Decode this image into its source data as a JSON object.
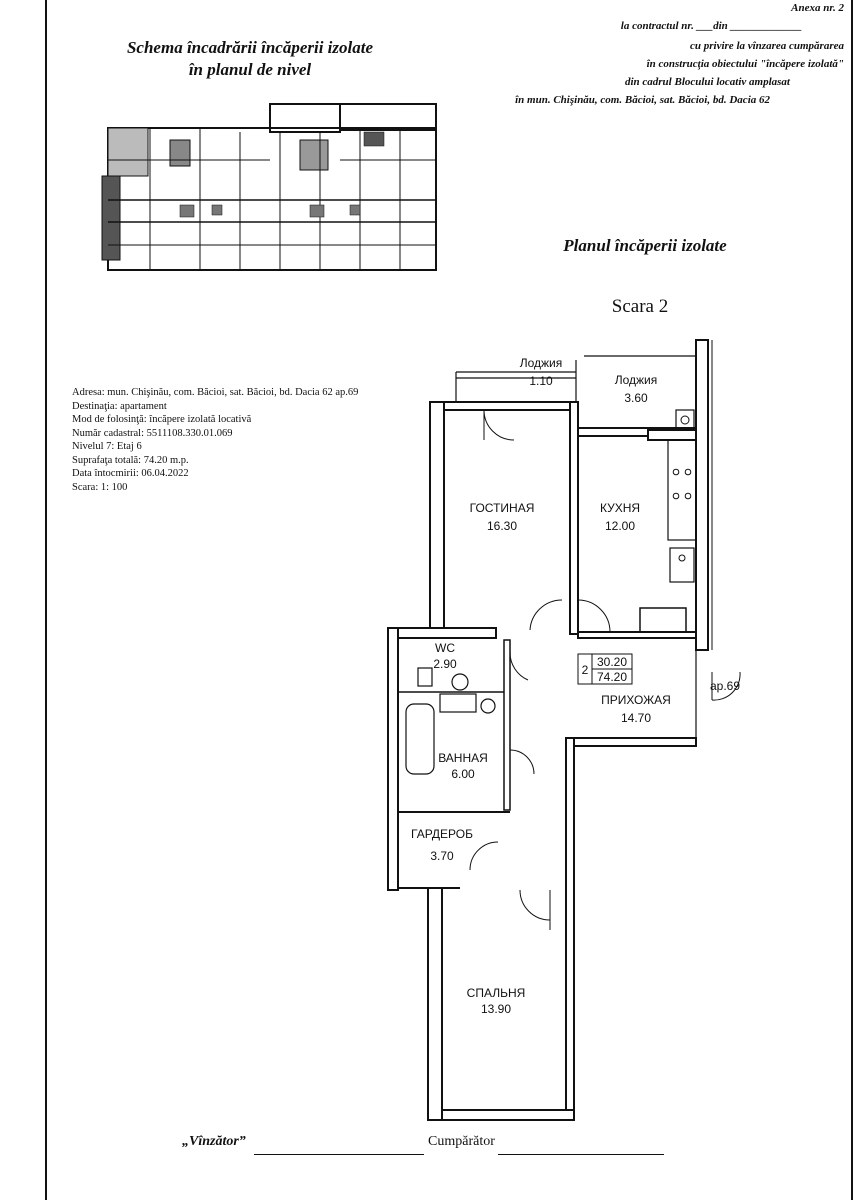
{
  "header": {
    "annex": "Anexa nr. 2",
    "contract_line": "la contractul nr. ___din _____________",
    "line2": "cu privire la vînzarea cumpărarea",
    "line3": "în construcţia obiectului \"încăpere izolată\"",
    "line4": "din cadrul Blocului locativ amplasat",
    "line5": "în mun. Chişinău, com. Băcioi, sat. Băcioi, bd. Dacia 62"
  },
  "scheme_title": {
    "line1": "Schema încadrării încăperii izolate",
    "line2": "în planul de nivel"
  },
  "plan_title": "Planul încăperii izolate",
  "stair_label": "Scara 2",
  "info": {
    "address": "Adresa: mun. Chişinău, com. Băcioi, sat. Băcioi, bd. Dacia 62 ap.69",
    "destination": "Destinaţia: apartament",
    "usage": "Mod de folosinţă: încăpere izolată locativă",
    "cadastral": "Număr cadastral: 5511108.330.01.069",
    "level": "Nivelul 7: Etaj 6",
    "area": "Suprafaţa totală: 74.20 m.p.",
    "date": "Data întocmirii: 06.04.2022",
    "scale": "Scara: 1: 100"
  },
  "rooms": [
    {
      "name": "Лоджия",
      "area": "1.10"
    },
    {
      "name": "Лоджия",
      "area": "3.60"
    },
    {
      "name": "ГОСТИНАЯ",
      "area": "16.30"
    },
    {
      "name": "КУХНЯ",
      "area": "12.00"
    },
    {
      "name": "WC",
      "area": "2.90"
    },
    {
      "name": "ПРИХОЖАЯ",
      "area": "14.70"
    },
    {
      "name": "ВАННАЯ",
      "area": "6.00"
    },
    {
      "name": "ГАРДЕРОБ",
      "area": "3.70"
    },
    {
      "name": "СПАЛЬНЯ",
      "area": "13.90"
    }
  ],
  "summary": {
    "rooms_count": "2",
    "living_area": "30.20",
    "total_area": "74.20"
  },
  "apartment_tag": "ap.69",
  "signatures": {
    "seller": "„Vînzător”",
    "buyer": "Cumpărător"
  }
}
